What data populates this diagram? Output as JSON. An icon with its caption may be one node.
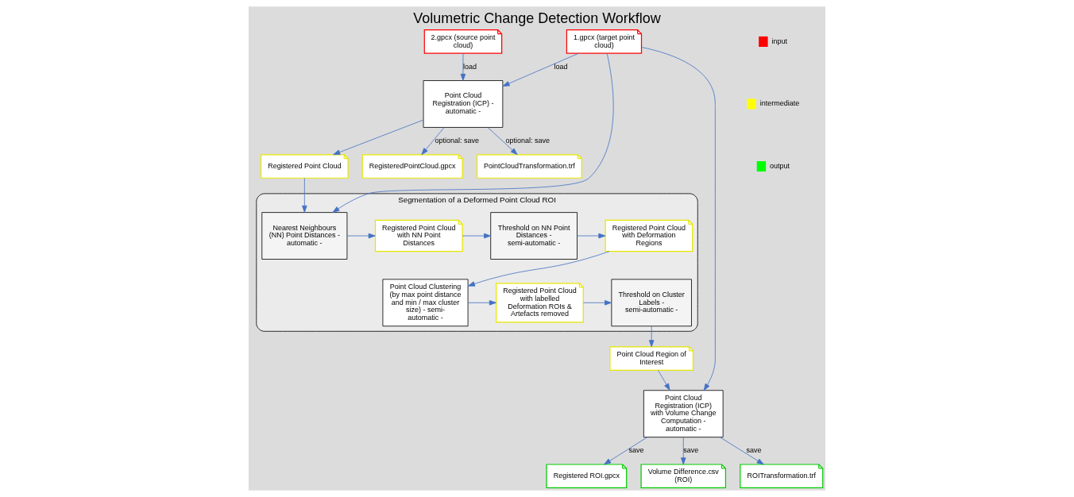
{
  "diagram": {
    "title": "Volumetric Change Detection Workflow",
    "nodes": [
      {
        "text": [
          "1.gpcx (target point cloud)"
        ]
      },
      {
        "text": [
          "2.gpcx (source point cloud)"
        ]
      },
      {
        "text": [
          "Point Cloud Registration (ICP) - automatic -"
        ]
      },
      {
        "text": [
          "Registered Point Cloud"
        ]
      },
      {
        "text": [
          "RegisteredPointCloud.gpcx"
        ]
      },
      {
        "text": [
          "PointCloudTransformation.trf"
        ]
      },
      {
        "text": [
          "Segmentation of a Deformed Point Cloud ROI"
        ]
      },
      {
        "text": [
          "Nearest Neighbours (NN) Point Distances - automatic -"
        ],
        "in": 6
      },
      {
        "text": [
          "Registered Point Cloud with NN Point Distances"
        ],
        "in": 6
      },
      {
        "text": [
          "Threshold on NN Point Distances - semi-automatic -"
        ],
        "in": 6
      },
      {
        "text": [
          "Registered Point Cloud with Deformation Regions"
        ],
        "in": 6
      },
      {
        "text": [
          "Point Cloud Clustering (by max point distance and min / max cluster size) - semi- automatic -"
        ],
        "in": 6
      },
      {
        "text": [
          "Registered Point Cloud with labelled Deformation ROIs & Artefacts removed"
        ],
        "in": 6
      },
      {
        "text": [
          "Threshold on Cluster Labels - semi-automatic -"
        ],
        "in": 6
      },
      {
        "text": [
          "Point Cloud Region of Interest"
        ]
      },
      {
        "text": [
          "Point Cloud Registration (ICP) with Volume Change Computation - automatic -"
        ]
      },
      {
        "text": [
          "Registered ROI.gpcx"
        ]
      },
      {
        "text": [
          "Volume Difference.csv (ROI)"
        ]
      },
      {
        "text": [
          "ROITransformation.trf"
        ]
      }
    ],
    "edges": [
      {
        "from": 0,
        "to": 2,
        "arrow": "to",
        "label": "load"
      },
      {
        "from": 1,
        "to": 2,
        "arrow": "to",
        "label": "load"
      },
      {
        "from": 2,
        "to": 3,
        "arrow": "to"
      },
      {
        "from": 2,
        "to": 4,
        "arrow": "to",
        "label": "optional: save"
      },
      {
        "from": 2,
        "to": 5,
        "arrow": "to",
        "label": "optional: save"
      },
      {
        "from": 0,
        "to": 7,
        "arrow": "to"
      },
      {
        "from": 3,
        "to": 7,
        "arrow": "to"
      },
      {
        "from": 7,
        "to": 8,
        "arrow": "to"
      },
      {
        "from": 8,
        "to": 9,
        "arrow": "to"
      },
      {
        "from": 9,
        "to": 10,
        "arrow": "to"
      },
      {
        "from": 10,
        "to": 11,
        "arrow": "to"
      },
      {
        "from": 11,
        "to": 12,
        "arrow": "to"
      },
      {
        "from": 12,
        "to": 13,
        "arrow": "to"
      },
      {
        "from": 13,
        "to": 14,
        "arrow": "to"
      },
      {
        "from": 14,
        "to": 15,
        "arrow": "to"
      },
      {
        "from": 0,
        "to": 15,
        "arrow": "to"
      },
      {
        "from": 15,
        "to": 16,
        "arrow": "to",
        "label": "save"
      },
      {
        "from": 15,
        "to": 17,
        "arrow": "to",
        "label": "save"
      },
      {
        "from": 15,
        "to": 18,
        "arrow": "to",
        "label": "save"
      }
    ],
    "legend": [
      {
        "text": "input",
        "color": "#ff0000"
      },
      {
        "text": "intermediate",
        "color": "#ffff00"
      },
      {
        "text": "output",
        "color": "#00ff00"
      }
    ]
  }
}
